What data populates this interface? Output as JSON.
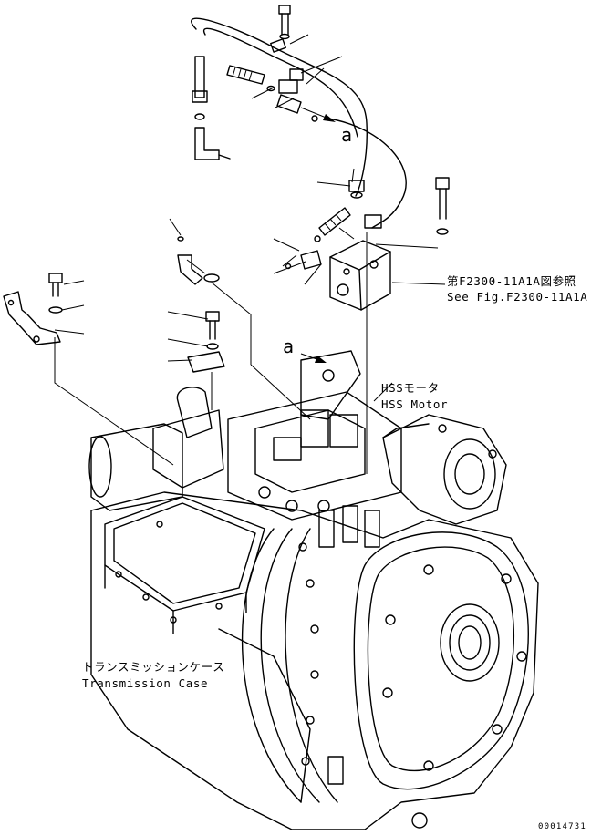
{
  "callouts": {
    "reference_jp": "第F2300-11A1A図参照",
    "reference_en": "See Fig.F2300-11A1A",
    "hss_motor_jp": "HSSモータ",
    "hss_motor_en": "HSS Motor",
    "transmission_jp": "トランスミッションケース",
    "transmission_en": "Transmission Case",
    "letter_a_top": "a",
    "letter_a_mid": "a"
  },
  "drawing_number": "00014731"
}
